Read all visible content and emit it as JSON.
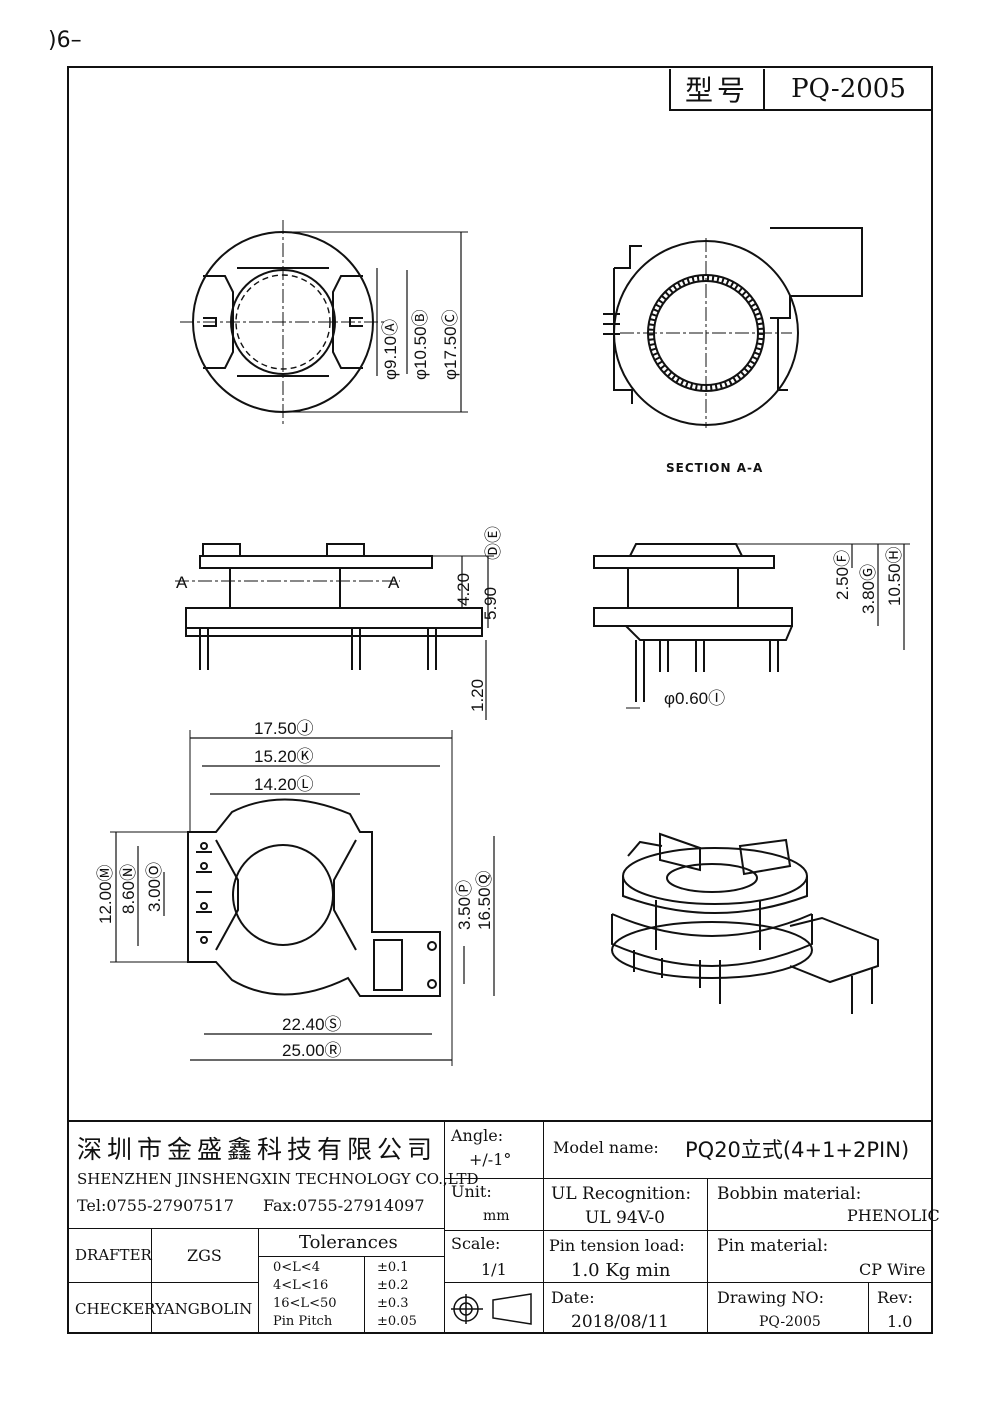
{
  "page_corner": ")6–",
  "model_label": "型号",
  "model_value": "PQ-2005",
  "views": {
    "section_label": "SECTION A-A",
    "top_dims": [
      "φ9.10Ⓐ",
      "φ10.50Ⓑ",
      "φ17.50Ⓒ"
    ],
    "front_dims": [
      "ⒹⒺ",
      "4.20",
      "5.90",
      "1.20"
    ],
    "front_section_marks": [
      "A",
      "A"
    ],
    "side_dims": [
      "2.50Ⓕ",
      "3.80Ⓖ",
      "10.50Ⓗ",
      "φ0.60Ⓘ"
    ],
    "bottom_dims": [
      "17.50Ⓙ",
      "15.20Ⓚ",
      "14.20Ⓛ",
      "12.00Ⓜ",
      "8.60Ⓝ",
      "3.00Ⓞ",
      "3.50Ⓟ",
      "16.50Ⓠ",
      "22.40Ⓢ",
      "25.00Ⓡ"
    ]
  },
  "title_block": {
    "company_cn": "深圳市金盛鑫科技有限公司",
    "company_en": "SHENZHEN JINSHENGXIN TECHNOLOGY CO.,LTD",
    "tel": "Tel:0755-27907517",
    "fax": "Fax:0755-27914097",
    "angle_label": "Angle:",
    "angle_value": "+/-1°",
    "unit_label": "Unit:",
    "unit_value": "mm",
    "scale_label": "Scale:",
    "scale_value": "1/1",
    "model_name_label": "Model name:",
    "model_name_value": "PQ20立式(4+1+2PIN)",
    "ul_label": "UL Recognition:",
    "ul_value": "UL 94V-0",
    "bobbin_label": "Bobbin material:",
    "bobbin_value": "PHENOLIC",
    "pin_tension_label": "Pin tension load:",
    "pin_tension_value": "1.0 Kg min",
    "pin_material_label": "Pin material:",
    "pin_material_value": "CP Wire",
    "date_label": "Date:",
    "date_value": "2018/08/11",
    "drawing_no_label": "Drawing NO:",
    "drawing_no_value": "PQ-2005",
    "rev_label": "Rev:",
    "rev_value": "1.0",
    "drafter_label": "DRAFTER",
    "drafter_value": "ZGS",
    "checker_label": "CHECKER",
    "checker_value": "YANGBOLIN",
    "tolerances_title": "Tolerances",
    "tolerances": [
      {
        "range": "0<L<4",
        "value": "±0.1"
      },
      {
        "range": "4<L<16",
        "value": "±0.2"
      },
      {
        "range": "16<L<50",
        "value": "±0.3"
      },
      {
        "range": "Pin Pitch",
        "value": "±0.05"
      }
    ]
  }
}
